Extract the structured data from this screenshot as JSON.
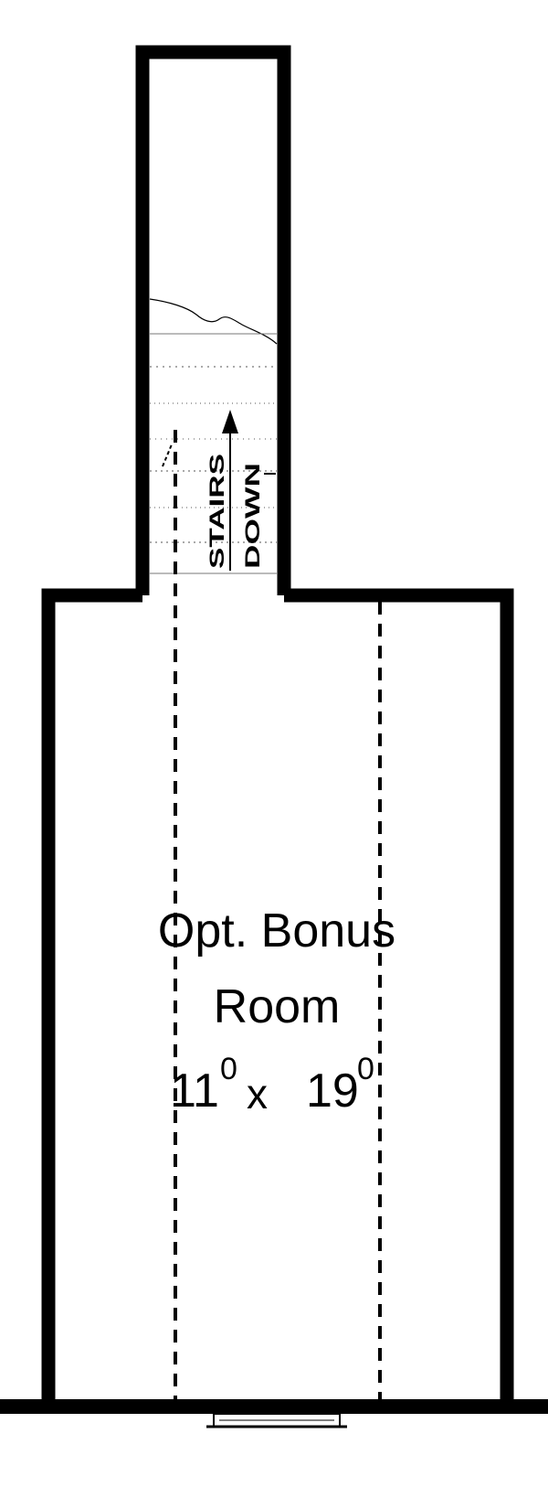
{
  "room": {
    "name_line1": "Opt. Bonus",
    "name_line2": "Room",
    "width_whole": "11",
    "width_sup": "0",
    "separator": "x",
    "length_whole": "19",
    "length_sup": "0"
  },
  "stairs": {
    "label_line1": "STAIRS",
    "label_line2": "DOWN"
  },
  "colors": {
    "wall": "#000000",
    "background": "#ffffff",
    "hidden_line": "#000000"
  }
}
